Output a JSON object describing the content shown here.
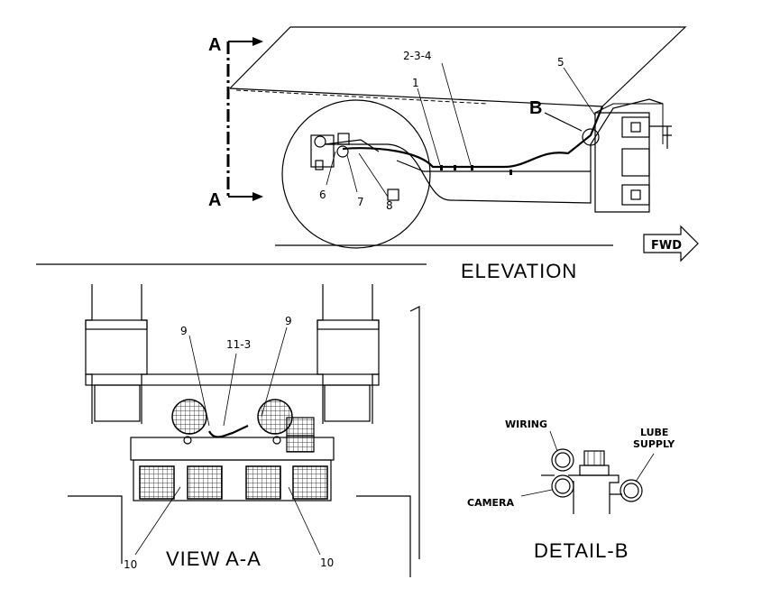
{
  "elevation": {
    "title": "ELEVATION",
    "section_marker_top": "A",
    "section_marker_bottom": "A",
    "detail_marker": "B",
    "fwd_arrow": "FWD",
    "callouts": {
      "c1": "1",
      "c234": "2-3-4",
      "c5": "5",
      "c6": "6",
      "c7": "7",
      "c8": "8"
    }
  },
  "view_aa": {
    "title": "VIEW A-A",
    "callouts": {
      "c9_left": "9",
      "c9_right": "9",
      "c11_3": "11-3",
      "c10_left": "10",
      "c10_right": "10"
    }
  },
  "detail_b": {
    "title": "DETAIL-B",
    "wiring": "WIRING",
    "lube_supply_line1": "LUBE",
    "lube_supply_line2": "SUPPLY",
    "camera": "CAMERA"
  }
}
